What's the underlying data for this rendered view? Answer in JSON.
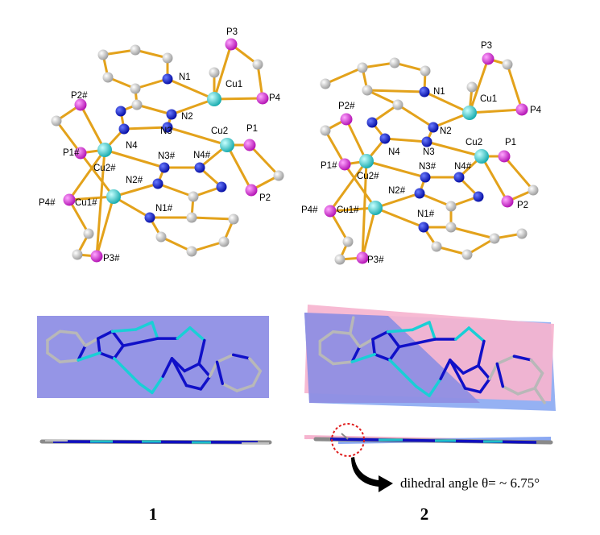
{
  "panels": [
    {
      "caption": "1",
      "labels": {
        "P3": "P3",
        "N1": "N1",
        "Cu1": "Cu1",
        "P4": "P4",
        "P2h": "P2#",
        "N2": "N2",
        "N3": "N3",
        "Cu2": "Cu2",
        "P1": "P1",
        "P1h": "P1#",
        "N4": "N4",
        "N3h": "N3#",
        "N4h": "N4#",
        "Cu2h": "Cu2#",
        "N2h": "N2#",
        "P4h": "P4#",
        "Cu1h": "Cu1#",
        "N1h": "N1#",
        "P2": "P2",
        "P3h": "P3#"
      }
    },
    {
      "caption": "2",
      "labels": {
        "P3": "P3",
        "N1": "N1",
        "Cu1": "Cu1",
        "P4": "P4",
        "P2h": "P2#",
        "N2": "N2",
        "N3": "N3",
        "Cu2": "Cu2",
        "P1": "P1",
        "P1h": "P1#",
        "N4": "N4",
        "N3h": "N3#",
        "N4h": "N4#",
        "Cu2h": "Cu2#",
        "N2h": "N2#",
        "P4h": "P4#",
        "Cu1h": "Cu1#",
        "N1h": "N1#",
        "P2": "P2",
        "P3h": "P3#"
      }
    }
  ],
  "annotation": "dihedral angle θ= ~ 6.75°",
  "colors": {
    "carbon": "#c8c8c8",
    "nitrogen": "#0a14c8",
    "copper": "#2ad1d4",
    "phosphorus": "#e01ee0",
    "bond": "#e3a21b",
    "plane_blue": "#8f8fe3",
    "plane_pink": "#f5b6d0",
    "marker": "#e02020"
  }
}
